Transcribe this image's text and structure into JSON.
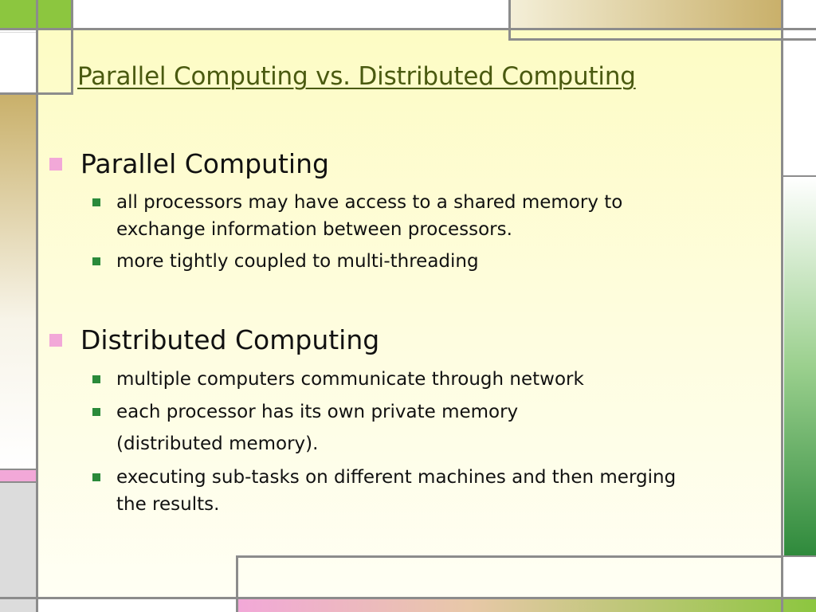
{
  "slide": {
    "title": "Parallel Computing vs. Distributed Computing",
    "sections": [
      {
        "heading": "Parallel Computing",
        "points": [
          {
            "lines": [
              "all processors may have access to a shared memory to",
              "exchange information between processors."
            ]
          },
          {
            "lines": [
              "more tightly coupled to multi-threading"
            ]
          }
        ]
      },
      {
        "heading": "Distributed Computing",
        "points": [
          {
            "lines": [
              "multiple computers communicate through network"
            ]
          },
          {
            "lines": [
              "each processor has its own private memory",
              " (distributed memory)."
            ]
          },
          {
            "lines": [
              "executing sub-tasks on different machines and then merging",
              "the results."
            ]
          }
        ]
      }
    ]
  },
  "colors": {
    "accent_green": "#7dbf2e",
    "accent_pink": "#f2a8d8",
    "accent_tan": "#c9b06a",
    "title_text": "#4a5a10",
    "bullet_green": "#2a8a3a"
  }
}
